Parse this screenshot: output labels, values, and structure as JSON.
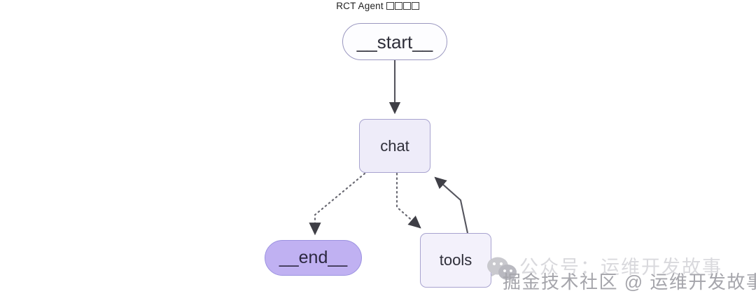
{
  "diagram": {
    "title_prefix": "RCT Agent ",
    "title_cjk_placeholder_count": 4,
    "type": "langgraph-state-graph",
    "background_color": "#ffffff",
    "nodes": [
      {
        "id": "start",
        "label": "__start__",
        "shape": "stadium",
        "fill": "#fdfdff",
        "stroke": "#9a97c0"
      },
      {
        "id": "chat",
        "label": "chat",
        "shape": "rounded-rect",
        "fill": "#eeecf9",
        "stroke": "#a8a3cf"
      },
      {
        "id": "end",
        "label": "__end__",
        "shape": "stadium",
        "fill": "#c0b1f2",
        "stroke": "#9b92e0"
      },
      {
        "id": "tools",
        "label": "tools",
        "shape": "rounded-rect",
        "fill": "#f3f1fb",
        "stroke": "#a8a3cf"
      }
    ],
    "edges": [
      {
        "from": "start",
        "to": "chat",
        "style": "solid",
        "arrow": true
      },
      {
        "from": "chat",
        "to": "end",
        "style": "dotted",
        "arrow": true
      },
      {
        "from": "chat",
        "to": "tools",
        "style": "dotted",
        "arrow": true
      },
      {
        "from": "tools",
        "to": "chat",
        "style": "solid",
        "arrow": true
      }
    ],
    "edge_color": "#3f3f46"
  },
  "watermarks": {
    "light": "公众号：运维开发故事",
    "dark": "掘金技术社区 @ 运维开发故事",
    "light_color": "#d9d9dd",
    "dark_color": "#a5a5ab"
  }
}
